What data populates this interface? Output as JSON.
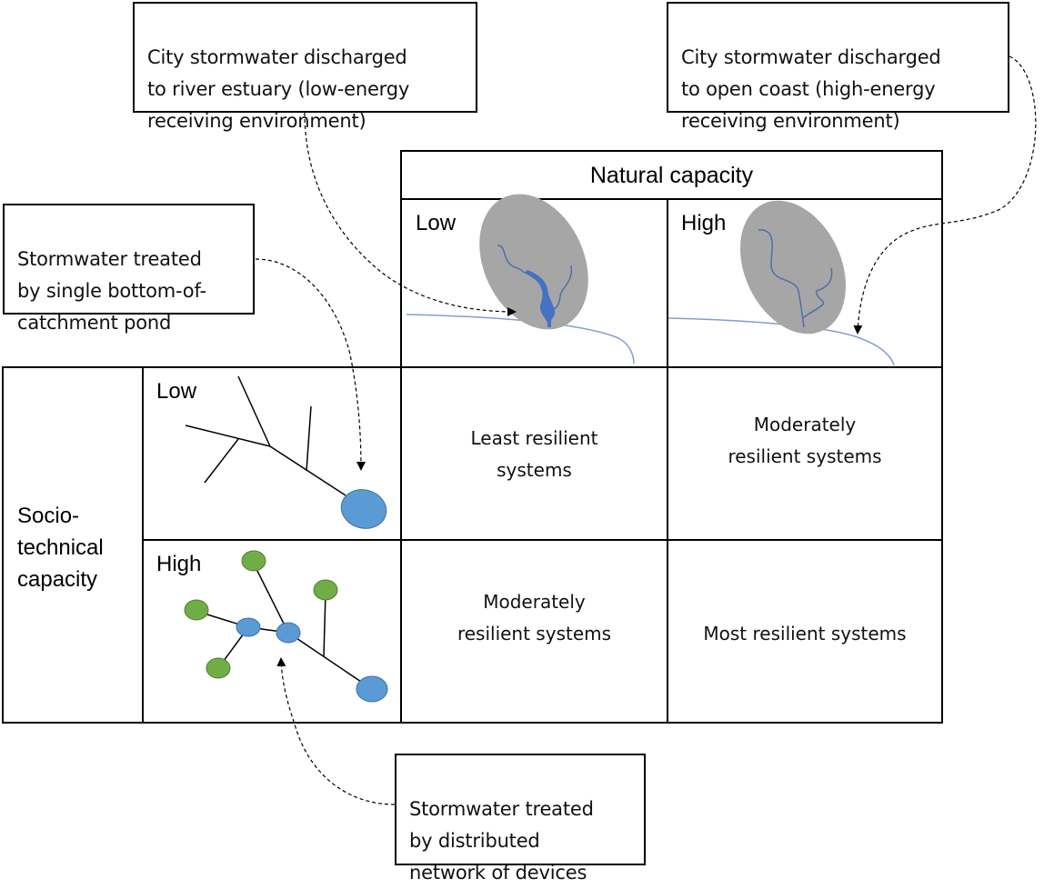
{
  "callouts": {
    "estuary": "City stormwater discharged\nto river estuary (low-energy\nreceiving environment)",
    "coast": "City stormwater discharged\nto open coast (high-energy\nreceiving environment)",
    "pond": "Stormwater treated\nby single bottom-of-\ncatchment pond",
    "distributed": "Stormwater treated\nby distributed\nnetwork of devices"
  },
  "natural_capacity": {
    "header": "Natural capacity",
    "low_label": "Low",
    "high_label": "High"
  },
  "socio_technical_capacity": {
    "header": "Socio-\ntechnical\ncapacity",
    "low_label": "Low",
    "high_label": "High"
  },
  "matrix": {
    "low_social_low_natural": "Least resilient\nsystems",
    "low_social_high_natural": "Moderately\nresilient systems",
    "high_social_low_natural": "Moderately\nresilient systems",
    "high_social_high_natural": "Most resilient systems"
  },
  "colors": {
    "catchment": "#a6a6a6",
    "river": "#4a72b8",
    "coastline": "#7f9fcf",
    "pond": "#5b9bd5",
    "device_green": "#70ad47",
    "border": "#000000"
  }
}
